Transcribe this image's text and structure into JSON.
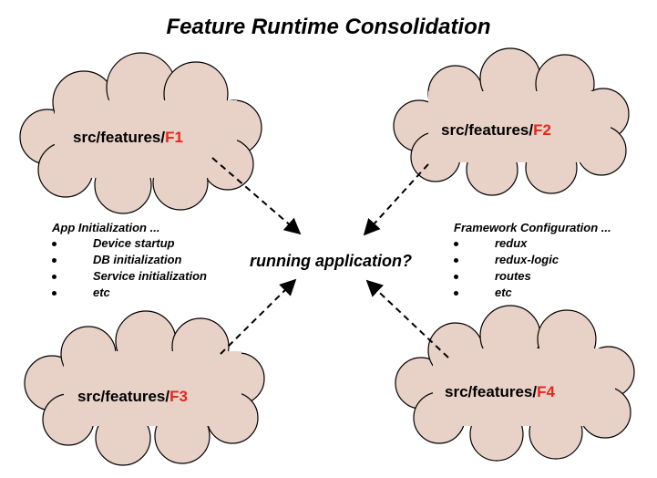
{
  "title": "Feature Runtime Consolidation",
  "center": "running application?",
  "clouds": [
    {
      "prefix": "src/features/",
      "feature": "F1"
    },
    {
      "prefix": "src/features/",
      "feature": "F2"
    },
    {
      "prefix": "src/features/",
      "feature": "F3"
    },
    {
      "prefix": "src/features/",
      "feature": "F4"
    }
  ],
  "left_note": {
    "heading": "App Initialization ...",
    "items": [
      "Device startup",
      "DB initialization",
      "Service initialization",
      "etc"
    ]
  },
  "right_note": {
    "heading": "Framework Configuration ...",
    "items": [
      "redux",
      "redux-logic",
      "routes",
      "etc"
    ]
  },
  "colors": {
    "cloud_fill": "#e8d2c7",
    "feature_label": "#e8241c",
    "arrow": "#000000"
  }
}
